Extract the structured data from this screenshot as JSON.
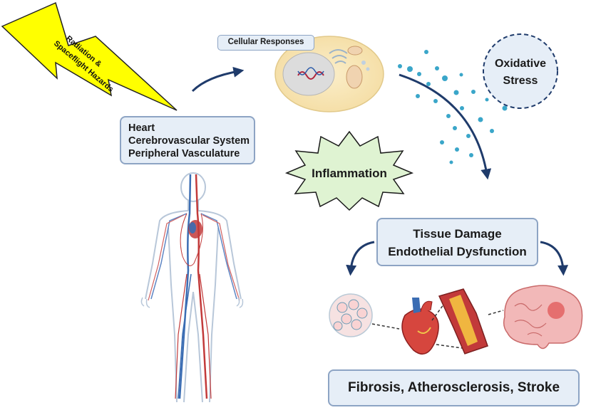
{
  "hazard": {
    "line1": "Radiation &",
    "line2": "Spaceflight Hazards",
    "fill_color": "#ffff00"
  },
  "organs": {
    "line1": "Heart",
    "line2": "Cerebrovascular System",
    "line3": "Peripheral Vasculature"
  },
  "cellular": {
    "label": "Cellular Responses"
  },
  "oxidative": {
    "line1": "Oxidative",
    "line2": "Stress"
  },
  "inflammation": {
    "label": "Inflammation",
    "fill_color": "#dff3d2"
  },
  "tissue": {
    "line1": "Tissue Damage",
    "line2": "Endothelial Dysfunction"
  },
  "outcome": {
    "label": "Fibrosis, Atherosclerosis, Stroke"
  },
  "colors": {
    "box_fill": "#e6eef7",
    "box_border": "#8da4c4",
    "arrow": "#1f3b6b",
    "dots": "#3aa6c9"
  }
}
